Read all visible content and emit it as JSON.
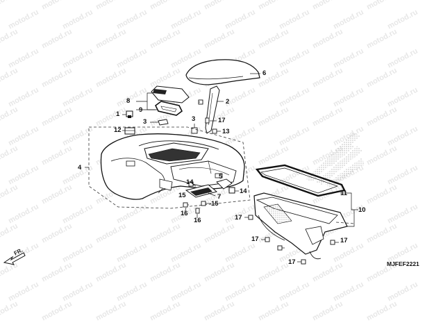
{
  "watermark_text": "motod.ru",
  "diagram_code": "MJFEF2221",
  "direction_label": "FR.",
  "callouts": {
    "c1": "1",
    "c2": "2",
    "c3a": "3",
    "c3b": "3",
    "c4": "4",
    "c5": "5",
    "c6": "6",
    "c7": "7",
    "c8": "8",
    "c9": "9",
    "c10": "10",
    "c11": "11",
    "c12": "12",
    "c13": "13",
    "c14a": "14",
    "c14b": "14",
    "c15a": "15",
    "c15b": "15",
    "c16a": "16",
    "c16b": "16",
    "c17a": "17",
    "c17b": "17",
    "c17c": "17",
    "c17d": "17",
    "c17e": "17"
  }
}
